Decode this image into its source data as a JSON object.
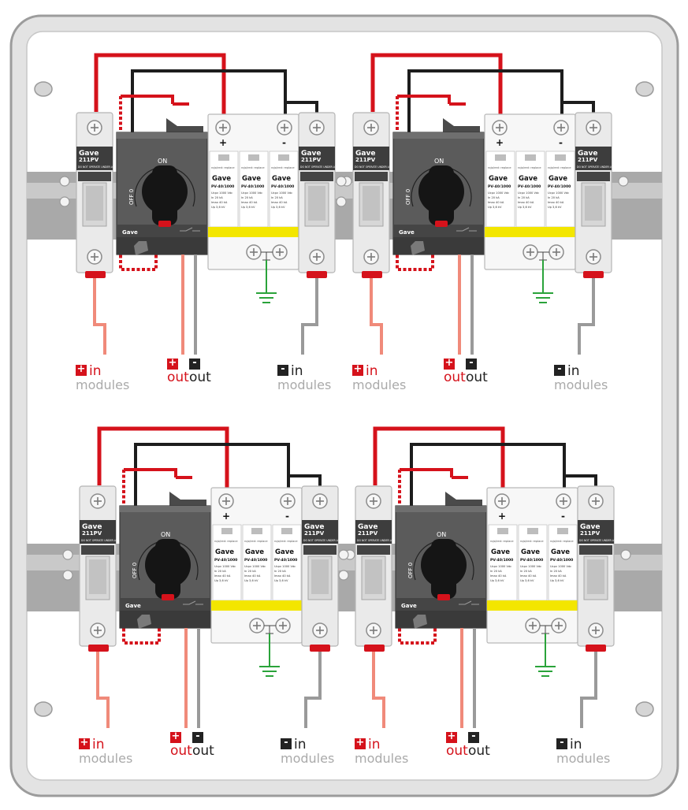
{
  "colors": {
    "frame": "#e3e3e3",
    "frame_border": "#9c9c9c",
    "rail": "#a9a9a9",
    "module": "#eaeaea",
    "switch_body": "#5b5b5b",
    "knob": "#151515",
    "red_wire": "#d5121b",
    "pink_wire": "#f08a7a",
    "black_wire": "#1d1d1d",
    "gray_wire": "#9a9a9a",
    "ground": "#2aa33a",
    "yellow_band": "#f3e600"
  },
  "units": [
    {
      "breaker_brand": "Gave",
      "breaker_model": "211PV",
      "breaker_warning": "DO NOT OPERATE UNDER LOAD",
      "switch_on": "ON",
      "switch_off": "OFF 0",
      "switch_brand": "Gave",
      "spd_plus": "+",
      "spd_minus": "-",
      "spd_mods": [
        {
          "replace": "rojo/red: replace",
          "brand": "Gave",
          "model": "PV-40/1000",
          "spec1": "Ucpv 1000 Vdc",
          "spec2": "In 20 kA",
          "spec3": "Imax 40 kA",
          "spec4": "Up 3,6 kV"
        },
        {
          "replace": "rojo/red: replace",
          "brand": "Gave",
          "model": "PV-40/1000",
          "spec1": "Ucpv 1000 Vdc",
          "spec2": "In 20 kA",
          "spec3": "Imax 40 kA",
          "spec4": "Up 3,6 kV"
        },
        {
          "replace": "rojo/red: replace",
          "brand": "Gave",
          "model": "PV-40/1000",
          "spec1": "Ucpv 1000 Vdc",
          "spec2": "In 20 kA",
          "spec3": "Imax 40 kA",
          "spec4": "Up 3,6 kV"
        }
      ],
      "labels": {
        "plus_sign": "+",
        "minus_sign": "-",
        "plus_in": "in",
        "modules": "modules",
        "plus_out": "out",
        "minus_out": "out",
        "minus_in": "in"
      }
    },
    {
      "breaker_brand": "Gave",
      "breaker_model": "211PV",
      "breaker_warning": "DO NOT OPERATE UNDER LOAD",
      "switch_on": "ON",
      "switch_off": "OFF 0",
      "switch_brand": "Gave",
      "spd_plus": "+",
      "spd_minus": "-",
      "spd_mods": [
        {
          "replace": "rojo/red: replace",
          "brand": "Gave",
          "model": "PV-40/1000",
          "spec1": "Ucpv 1000 Vdc",
          "spec2": "In 20 kA",
          "spec3": "Imax 40 kA",
          "spec4": "Up 3,6 kV"
        },
        {
          "replace": "rojo/red: replace",
          "brand": "Gave",
          "model": "PV-40/1000",
          "spec1": "Ucpv 1000 Vdc",
          "spec2": "In 20 kA",
          "spec3": "Imax 40 kA",
          "spec4": "Up 3,6 kV"
        },
        {
          "replace": "rojo/red: replace",
          "brand": "Gave",
          "model": "PV-40/1000",
          "spec1": "Ucpv 1000 Vdc",
          "spec2": "In 20 kA",
          "spec3": "Imax 40 kA",
          "spec4": "Up 3,6 kV"
        }
      ],
      "labels": {
        "plus_sign": "+",
        "minus_sign": "-",
        "plus_in": "in",
        "modules": "modules",
        "plus_out": "out",
        "minus_out": "out",
        "minus_in": "in"
      }
    },
    {
      "breaker_brand": "Gave",
      "breaker_model": "211PV",
      "breaker_warning": "DO NOT OPERATE UNDER LOAD",
      "switch_on": "ON",
      "switch_off": "OFF 0",
      "switch_brand": "Gave",
      "spd_plus": "+",
      "spd_minus": "-",
      "spd_mods": [
        {
          "replace": "rojo/red: replace",
          "brand": "Gave",
          "model": "PV-40/1000",
          "spec1": "Ucpv 1000 Vdc",
          "spec2": "In 20 kA",
          "spec3": "Imax 40 kA",
          "spec4": "Up 3,6 kV"
        },
        {
          "replace": "rojo/red: replace",
          "brand": "Gave",
          "model": "PV-40/1000",
          "spec1": "Ucpv 1000 Vdc",
          "spec2": "In 20 kA",
          "spec3": "Imax 40 kA",
          "spec4": "Up 3,6 kV"
        },
        {
          "replace": "rojo/red: replace",
          "brand": "Gave",
          "model": "PV-40/1000",
          "spec1": "Ucpv 1000 Vdc",
          "spec2": "In 20 kA",
          "spec3": "Imax 40 kA",
          "spec4": "Up 3,6 kV"
        }
      ],
      "labels": {
        "plus_sign": "+",
        "minus_sign": "-",
        "plus_in": "in",
        "modules": "modules",
        "plus_out": "out",
        "minus_out": "out",
        "minus_in": "in"
      }
    },
    {
      "breaker_brand": "Gave",
      "breaker_model": "211PV",
      "breaker_warning": "DO NOT OPERATE UNDER LOAD",
      "switch_on": "ON",
      "switch_off": "OFF 0",
      "switch_brand": "Gave",
      "spd_plus": "+",
      "spd_minus": "-",
      "spd_mods": [
        {
          "replace": "rojo/red: replace",
          "brand": "Gave",
          "model": "PV-40/1000",
          "spec1": "Ucpv 1000 Vdc",
          "spec2": "In 20 kA",
          "spec3": "Imax 40 kA",
          "spec4": "Up 3,6 kV"
        },
        {
          "replace": "rojo/red: replace",
          "brand": "Gave",
          "model": "PV-40/1000",
          "spec1": "Ucpv 1000 Vdc",
          "spec2": "In 20 kA",
          "spec3": "Imax 40 kA",
          "spec4": "Up 3,6 kV"
        },
        {
          "replace": "rojo/red: replace",
          "brand": "Gave",
          "model": "PV-40/1000",
          "spec1": "Ucpv 1000 Vdc",
          "spec2": "In 20 kA",
          "spec3": "Imax 40 kA",
          "spec4": "Up 3,6 kV"
        }
      ],
      "labels": {
        "plus_sign": "+",
        "minus_sign": "-",
        "plus_in": "in",
        "modules": "modules",
        "plus_out": "out",
        "minus_out": "out",
        "minus_in": "in"
      }
    }
  ]
}
